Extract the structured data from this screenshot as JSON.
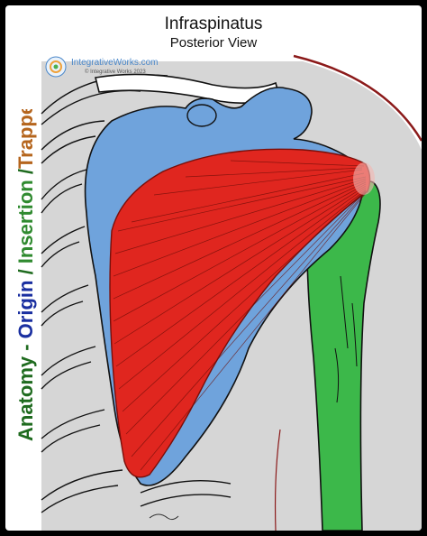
{
  "header": {
    "title": "Infraspinatus",
    "subtitle": "Posterior View"
  },
  "brand": {
    "site": "IntegrativeWorks.com",
    "copyright": "© Integrative Works 2023",
    "logo_icon": "integrative-works-logo-icon"
  },
  "side_label": {
    "anatomy": "Anatomy - ",
    "origin": "Origin",
    "sep1": " / ",
    "insertion": "Insertion",
    "sep2": " /",
    "trapped": "Trapped"
  },
  "colors": {
    "anatomy": "#1f6b1f",
    "origin": "#1a2fa0",
    "insertion": "#2f8a2f",
    "trapped": "#b5651d",
    "muscle": "#e0261f",
    "scapula": "#6fa3dc",
    "humerus": "#3cb84a",
    "background": "#d6d6d6",
    "skin_outline": "#8b1a1a"
  }
}
